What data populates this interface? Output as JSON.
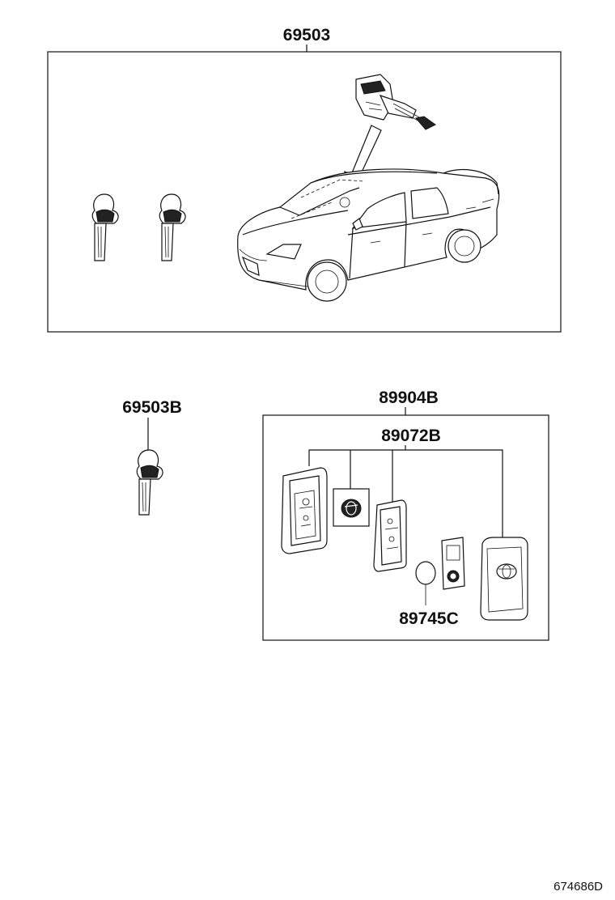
{
  "labels": {
    "kit": "69503",
    "blank_key": "69503B",
    "transmitter_assy": "89904B",
    "transmitter_housing": "89072B",
    "battery": "89745C",
    "figure_id": "674686D"
  }
}
